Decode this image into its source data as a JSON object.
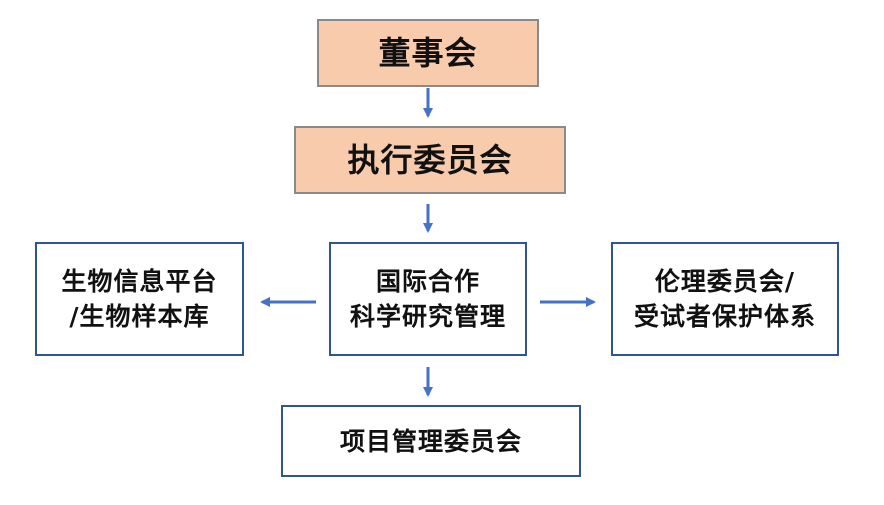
{
  "diagram": {
    "colors": {
      "top_fill": "#f8cbad",
      "top_border": "#8a8a8a",
      "outline_border": "#2f5597",
      "arrow": "#4472c4"
    },
    "nodes": {
      "board": {
        "label": "董事会"
      },
      "executive_committee": {
        "label": "执行委员会"
      },
      "research_management": {
        "line1": "国际合作",
        "line2": "科学研究管理"
      },
      "bioinformatics": {
        "line1": "生物信息平台",
        "line2": "/生物样本库"
      },
      "ethics": {
        "line1": "伦理委员会/",
        "line2": "受试者保护体系"
      },
      "project_committee": {
        "label": "项目管理委员会"
      }
    },
    "edges": [
      {
        "from": "board",
        "to": "executive_committee"
      },
      {
        "from": "executive_committee",
        "to": "research_management"
      },
      {
        "from": "research_management",
        "to": "bioinformatics"
      },
      {
        "from": "research_management",
        "to": "ethics"
      },
      {
        "from": "research_management",
        "to": "project_committee"
      }
    ]
  }
}
